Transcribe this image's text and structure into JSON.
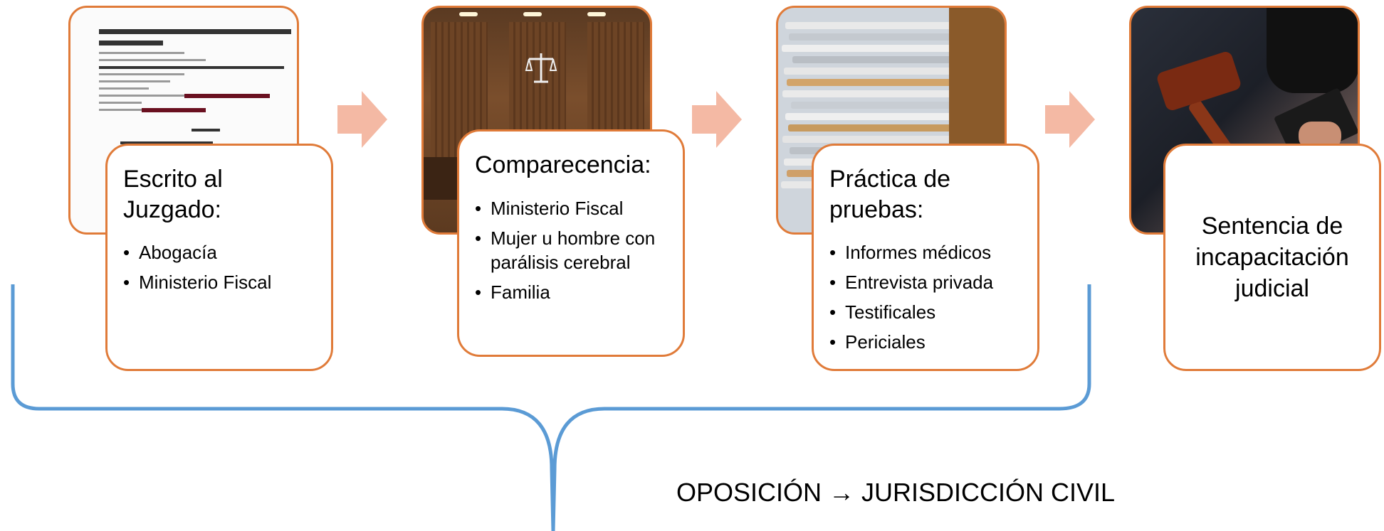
{
  "steps": [
    {
      "title": "Escrito al Juzgado:",
      "items": [
        "Abogacía",
        "Ministerio Fiscal"
      ]
    },
    {
      "title": "Comparecencia:",
      "items": [
        "Ministerio Fiscal",
        "Mujer u hombre con parálisis cerebral",
        "Familia"
      ]
    },
    {
      "title": "Práctica de pruebas:",
      "items": [
        "Informes médicos",
        "Entrevista privada",
        "Testificales",
        "Periciales"
      ]
    },
    {
      "title": "Sentencia de incapacitación judicial",
      "items": []
    }
  ],
  "footer": {
    "label": "OPOSICIÓN → JURISDICCIÓN CIVIL"
  },
  "colors": {
    "card_border": "#e07b39",
    "arrow": "#f4b9a4",
    "brace": "#5b9bd5"
  }
}
